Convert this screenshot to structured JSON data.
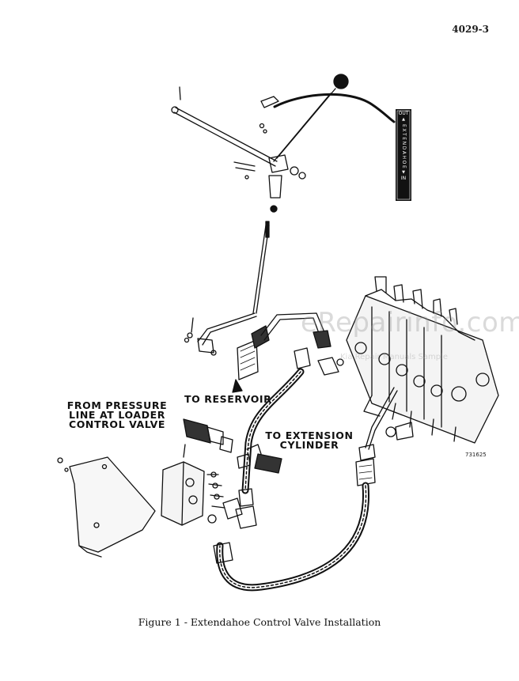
{
  "page": {
    "number": "4029-3"
  },
  "callouts": {
    "pressure_line": [
      "FROM PRESSURE",
      "LINE AT LOADER",
      "CONTROL VALVE"
    ],
    "reservoir": "TO RESERVOIR",
    "extension_cylinder": [
      "TO EXTENSION",
      "CYLINDER"
    ]
  },
  "decal": {
    "top": "OUT",
    "middle": "EXTENDAHOE",
    "bottom": "IN"
  },
  "drawing_ref": "731625",
  "watermark": {
    "main": "eRepairinfo.com",
    "sub": "Kia Repair Manuals Sample"
  },
  "caption": "Figure 1 - Extendahoe Control Valve Installation",
  "colors": {
    "ink": "#111111",
    "paper": "#ffffff"
  }
}
